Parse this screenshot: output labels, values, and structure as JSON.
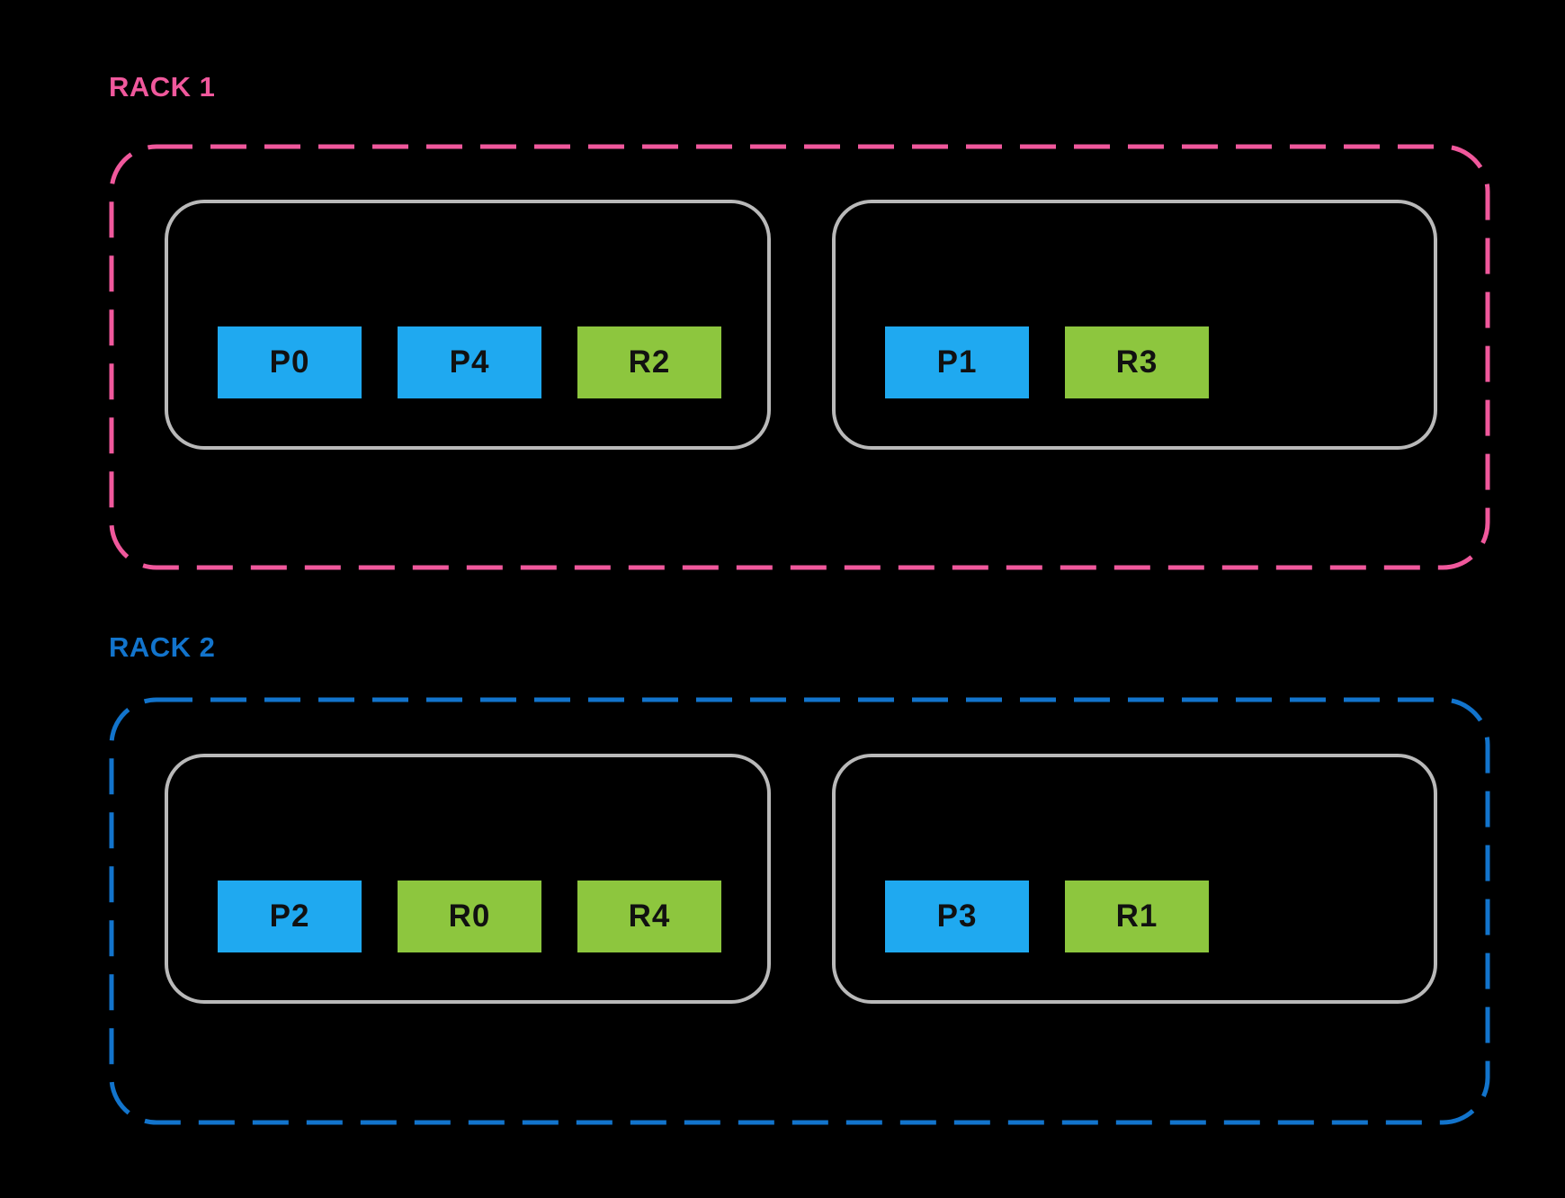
{
  "colors": {
    "background": "#000000",
    "rack1_accent": "#F0589C",
    "rack2_accent": "#1274CC",
    "host_border": "#B9B9B9",
    "node_primary": "#1FA9F0",
    "node_replica": "#8DC63E",
    "node_text": "#111111"
  },
  "racks": [
    {
      "label": "RACK 1",
      "accent": "#F0589C",
      "hosts": [
        {
          "nodes": [
            {
              "label": "P0",
              "type": "primary"
            },
            {
              "label": "P4",
              "type": "primary"
            },
            {
              "label": "R2",
              "type": "replica"
            }
          ]
        },
        {
          "nodes": [
            {
              "label": "P1",
              "type": "primary"
            },
            {
              "label": "R3",
              "type": "replica"
            }
          ]
        }
      ]
    },
    {
      "label": "RACK 2",
      "accent": "#1274CC",
      "hosts": [
        {
          "nodes": [
            {
              "label": "P2",
              "type": "primary"
            },
            {
              "label": "R0",
              "type": "replica"
            },
            {
              "label": "R4",
              "type": "replica"
            }
          ]
        },
        {
          "nodes": [
            {
              "label": "P3",
              "type": "primary"
            },
            {
              "label": "R1",
              "type": "replica"
            }
          ]
        }
      ]
    }
  ]
}
